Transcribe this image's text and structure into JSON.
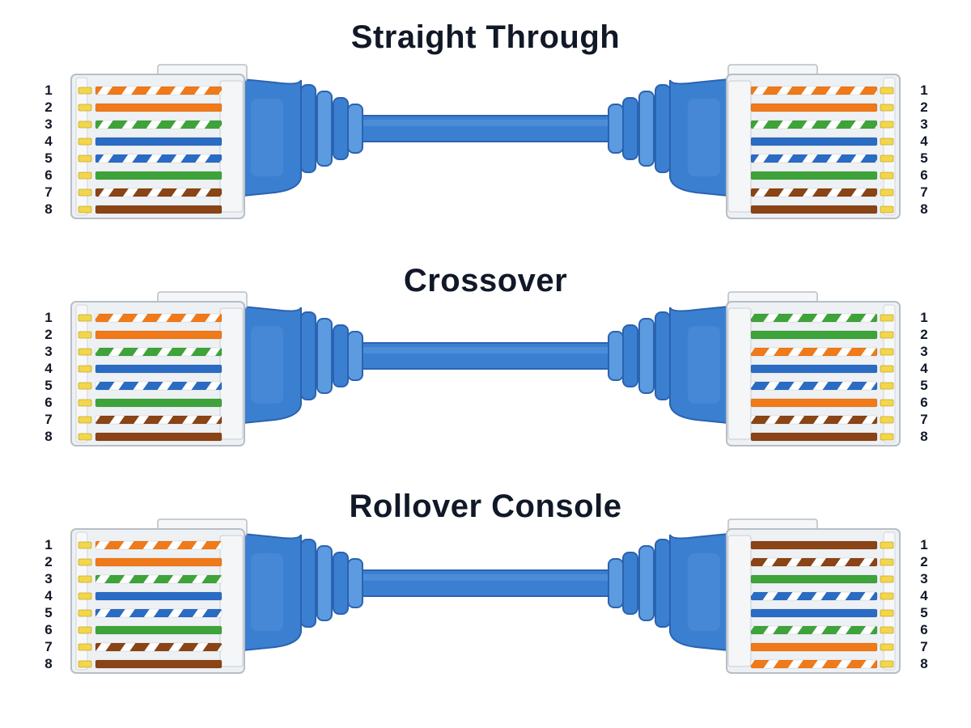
{
  "cables": [
    {
      "title": "Straight Through",
      "pins": [
        "1",
        "2",
        "3",
        "4",
        "5",
        "6",
        "7",
        "8"
      ],
      "left_wires": [
        "white-orange",
        "orange",
        "white-green",
        "blue",
        "white-blue",
        "green",
        "white-brown",
        "brown"
      ],
      "right_wires": [
        "white-orange",
        "orange",
        "white-green",
        "blue",
        "white-blue",
        "green",
        "white-brown",
        "brown"
      ]
    },
    {
      "title": "Crossover",
      "pins": [
        "1",
        "2",
        "3",
        "4",
        "5",
        "6",
        "7",
        "8"
      ],
      "left_wires": [
        "white-orange",
        "orange",
        "white-green",
        "blue",
        "white-blue",
        "green",
        "white-brown",
        "brown"
      ],
      "right_wires": [
        "white-green",
        "green",
        "white-orange",
        "blue",
        "white-blue",
        "orange",
        "white-brown",
        "brown"
      ]
    },
    {
      "title": "Rollover Console",
      "pins": [
        "1",
        "2",
        "3",
        "4",
        "5",
        "6",
        "7",
        "8"
      ],
      "left_wires": [
        "white-orange",
        "orange",
        "white-green",
        "blue",
        "white-blue",
        "green",
        "white-brown",
        "brown"
      ],
      "right_wires": [
        "brown",
        "white-brown",
        "green",
        "white-blue",
        "blue",
        "white-green",
        "orange",
        "white-orange"
      ]
    }
  ],
  "colors": {
    "cable_blue": "#3b7fd1",
    "cable_blue_dark": "#2a63b0",
    "cable_blue_light": "#5d9be0",
    "orange": "#f07a1a",
    "green": "#3ea43a",
    "blue": "#2a6cc4",
    "brown": "#8a4416",
    "contact_gold": "#f2d64b",
    "connector_clear": "#eef1f4",
    "connector_edge": "#b8bec6",
    "title_text": "#111827"
  }
}
